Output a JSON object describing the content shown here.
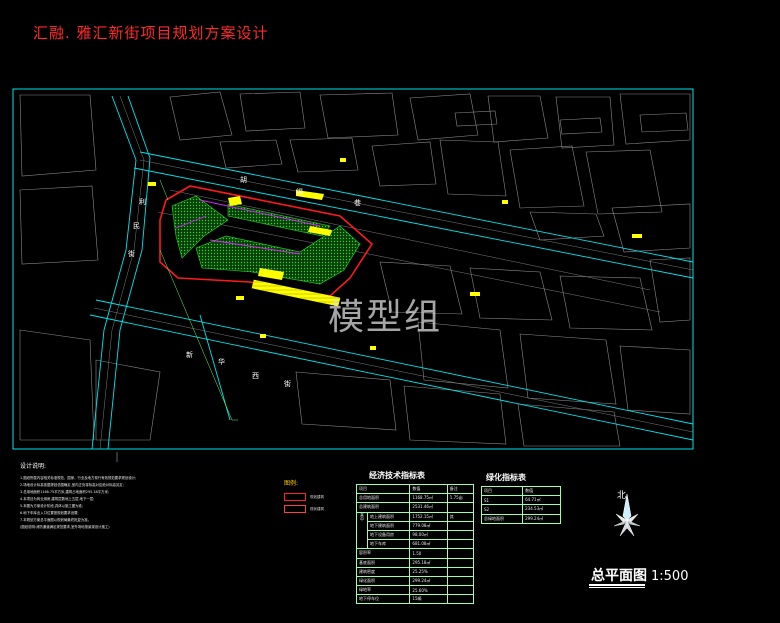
{
  "title": "汇融. 雅汇新街项目规划方案设计",
  "street_labels": {
    "north_street": [
      "胡",
      "锡",
      "巷"
    ],
    "west_street": [
      "利",
      "民",
      "街"
    ],
    "south_street": [
      "新",
      "华",
      "西",
      "街"
    ]
  },
  "watermark": "模型组",
  "notes": {
    "title": "设计说明:",
    "lines": [
      "1.图纸所属内容相关标准规范、国家、行业及地方现行有效规范要求规划设计;",
      "2.场地设计标高依据规划总图确定,室内正负零标高对应绝对标高另定;",
      "3.总用地面积1168.75平方米,建筑占地面积295.18平方米;",
      "4.本项目为商业用房,建筑层数地上五层,地下一层;",
      "5.本图为方案设计阶段,具体以施工图为准;",
      "6.地下车库出入口位置按规划要求设置;",
      "7.本规划方案总平面图以规划局最终批复为准。",
      "(图纸说明:消防通道满足规范要求,室外场地按景观设计施工)"
    ]
  },
  "legend": {
    "title": "图例:",
    "items": [
      "规划建筑",
      "现状建筑"
    ]
  },
  "econ_table": {
    "title": "经济技术指标表",
    "header": [
      "项目",
      "数值",
      "备注"
    ],
    "side_label": "其中",
    "rows": [
      [
        "总用地面积",
        "1168.75㎡",
        "1.75亩"
      ],
      [
        "总建筑面积",
        "2531.46㎡",
        ""
      ],
      [
        "地上建筑面积",
        "1752.15㎡",
        "其"
      ],
      [
        "地下建筑面积",
        "779.08㎡",
        ""
      ],
      [
        "地下设备用房",
        "98.00㎡",
        ""
      ],
      [
        "地下车库",
        "681.08㎡",
        ""
      ],
      [
        "容积率",
        "1.50",
        ""
      ],
      [
        "基底面积",
        "295.18㎡",
        ""
      ],
      [
        "建筑密度",
        "25.25%",
        ""
      ],
      [
        "绿化面积",
        "299.24㎡",
        ""
      ],
      [
        "绿地率",
        "25.60%",
        ""
      ],
      [
        "地下停车位",
        "15辆",
        ""
      ]
    ]
  },
  "green_table": {
    "title": "绿化指标表",
    "header": [
      "项目",
      "数值"
    ],
    "rows": [
      [
        "S1",
        "64.71㎡"
      ],
      [
        "S2",
        "234.53㎡"
      ],
      [
        "总绿地面积",
        "299.24㎡"
      ]
    ]
  },
  "north_label": "北",
  "plan_title": "总平面图",
  "plan_scale": "1:500",
  "colors": {
    "title": "#ff2a2a",
    "cyan_lines": "#00e5ee",
    "red_boundary": "#ff1a1a",
    "green_hatch": "#22dd22",
    "yellow_buildings": "#ffff00",
    "gray_context": "#8a8a8a",
    "magenta": "#dd22ff"
  }
}
